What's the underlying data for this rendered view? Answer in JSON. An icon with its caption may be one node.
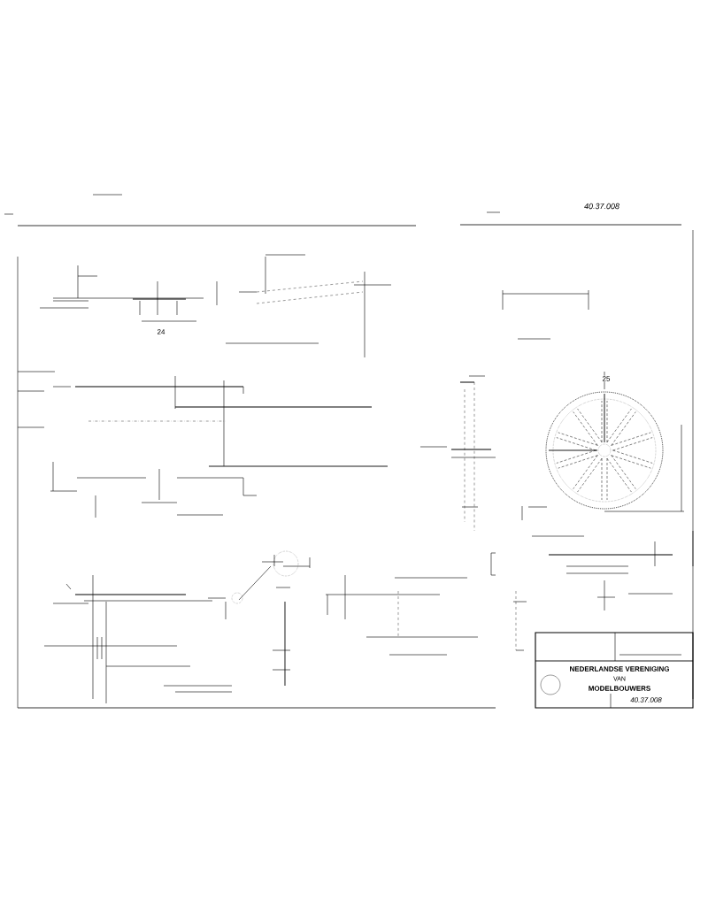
{
  "diagram": {
    "labels": [
      "40.37.008",
      "24",
      "25",
      "NEDERLANDSE VERENIGING",
      "VAN",
      "MODELBOUWERS",
      "40.37.008"
    ]
  }
}
